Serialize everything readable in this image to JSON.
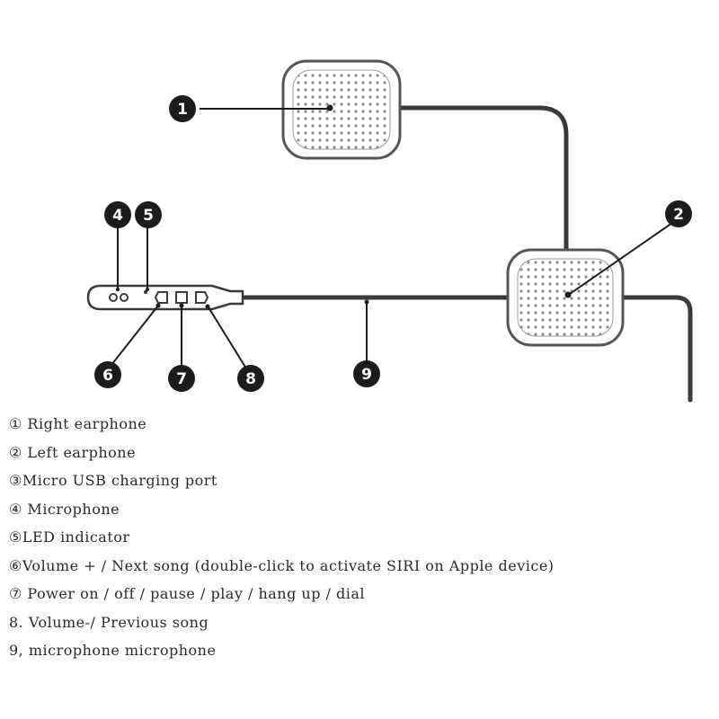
{
  "callouts": {
    "c1": "1",
    "c2": "2",
    "c4": "4",
    "c5": "5",
    "c6": "6",
    "c7": "7",
    "c8": "8",
    "c9": "9"
  },
  "legend": [
    "① Right earphone",
    "② Left earphone",
    "③Micro USB charging port",
    "④ Microphone",
    "⑤LED indicator",
    "⑥Volume + / Next song (double-click to activate SIRI on Apple device)",
    "⑦ Power on / off / pause / play / hang up / dial",
    "8. Volume-/ Previous song",
    "9, microphone microphone"
  ],
  "colors": {
    "cable": "#3a3a3a",
    "callout": "#1c1c1c",
    "speaker_border": "#555555",
    "speaker_fill": "#f4f4f4",
    "text": "#2a2a2a"
  }
}
